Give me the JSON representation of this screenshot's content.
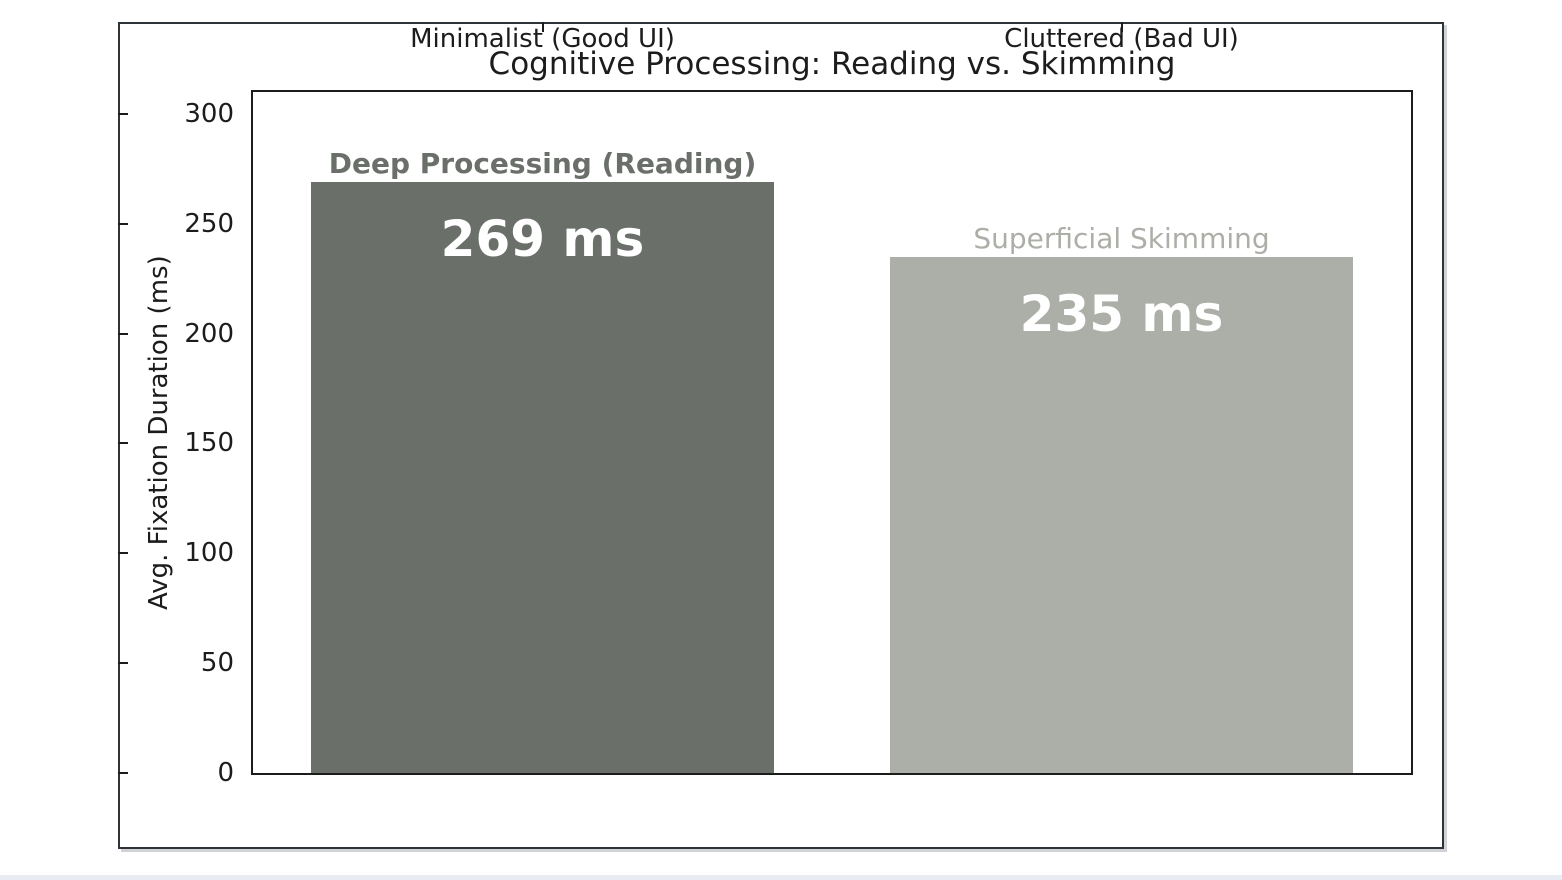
{
  "page": {
    "background": "#ffffff",
    "bottom_strip_color": "#e9ebf2"
  },
  "figure": {
    "border_color": "#2e3338",
    "background": "#ffffff"
  },
  "chart_data": {
    "type": "bar",
    "title": "Cognitive Processing: Reading vs. Skimming",
    "xlabel": "",
    "ylabel": "Avg. Fixation Duration (ms)",
    "categories": [
      "Minimalist (Good UI)",
      "Cluttered (Bad UI)"
    ],
    "values": [
      269,
      235
    ],
    "value_labels": [
      "269 ms",
      "235 ms"
    ],
    "bar_annotations": [
      "Deep Processing (Reading)",
      "Superficial Skimming"
    ],
    "bar_colors": [
      "#6a6f6a",
      "#acafa7"
    ],
    "annotation_colors": [
      "#6a6f6a",
      "#acafa7"
    ],
    "annotation_bold": [
      true,
      false
    ],
    "value_label_color": "#ffffff",
    "yticks": [
      0,
      50,
      100,
      150,
      200,
      250,
      300
    ],
    "ylim": [
      0,
      310
    ],
    "bar_width_fraction": 0.8,
    "grid": false,
    "legend": null,
    "axis_color": "#1c1c1c"
  }
}
